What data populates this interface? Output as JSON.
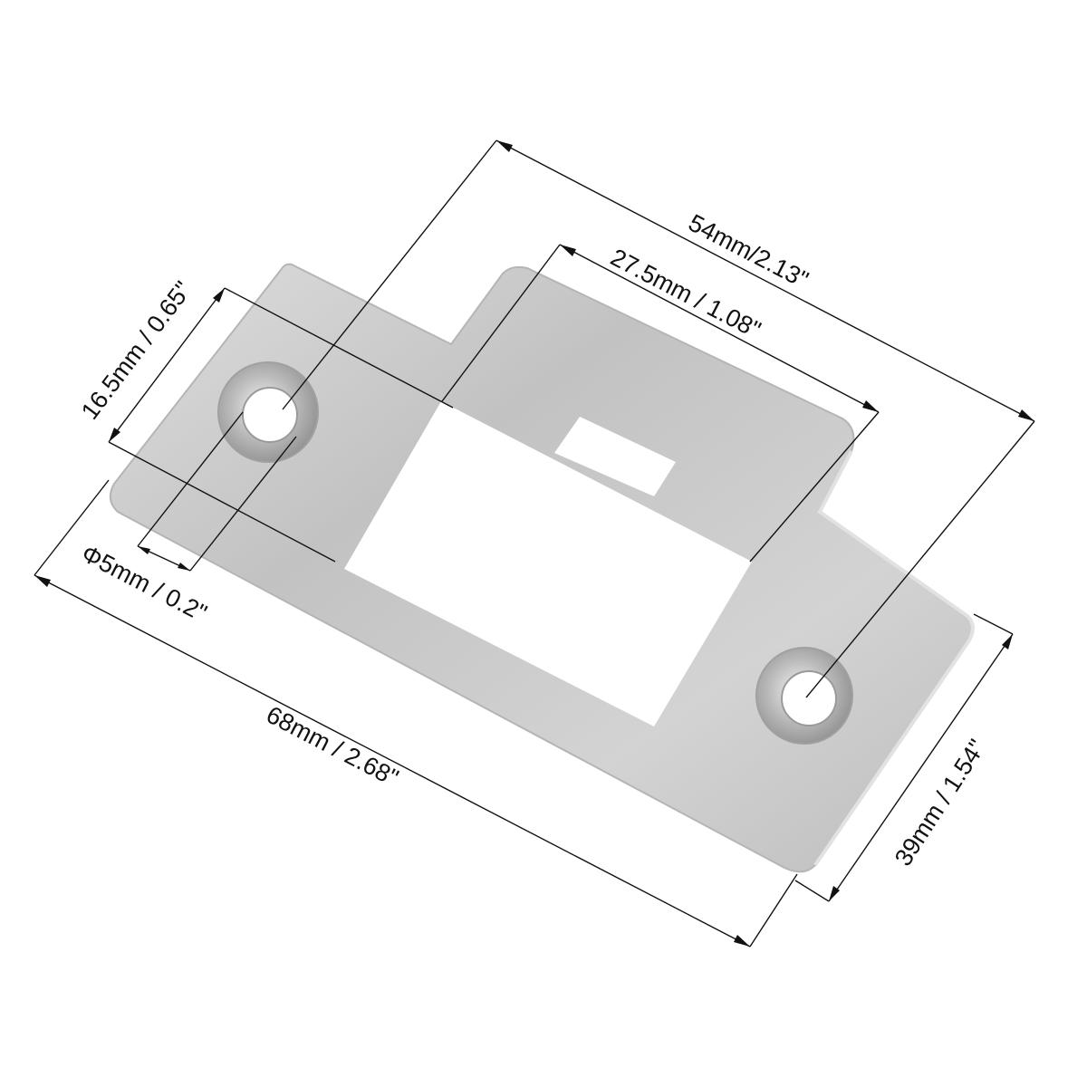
{
  "colors": {
    "background": "#ffffff",
    "plate": "#c9c9c9",
    "plate_edge": "#d8d8d8",
    "dimension_ink": "#111111"
  },
  "dimensions": {
    "overall_height": "54mm/2.13\"",
    "opening_height": "27.5mm / 1.08\"",
    "hole_offset": "16.5mm / 0.65\"",
    "hole_diameter": "Φ5mm / 0.2\"",
    "overall_length": "68mm / 2.68\"",
    "plate_width": "39mm / 1.54\""
  }
}
